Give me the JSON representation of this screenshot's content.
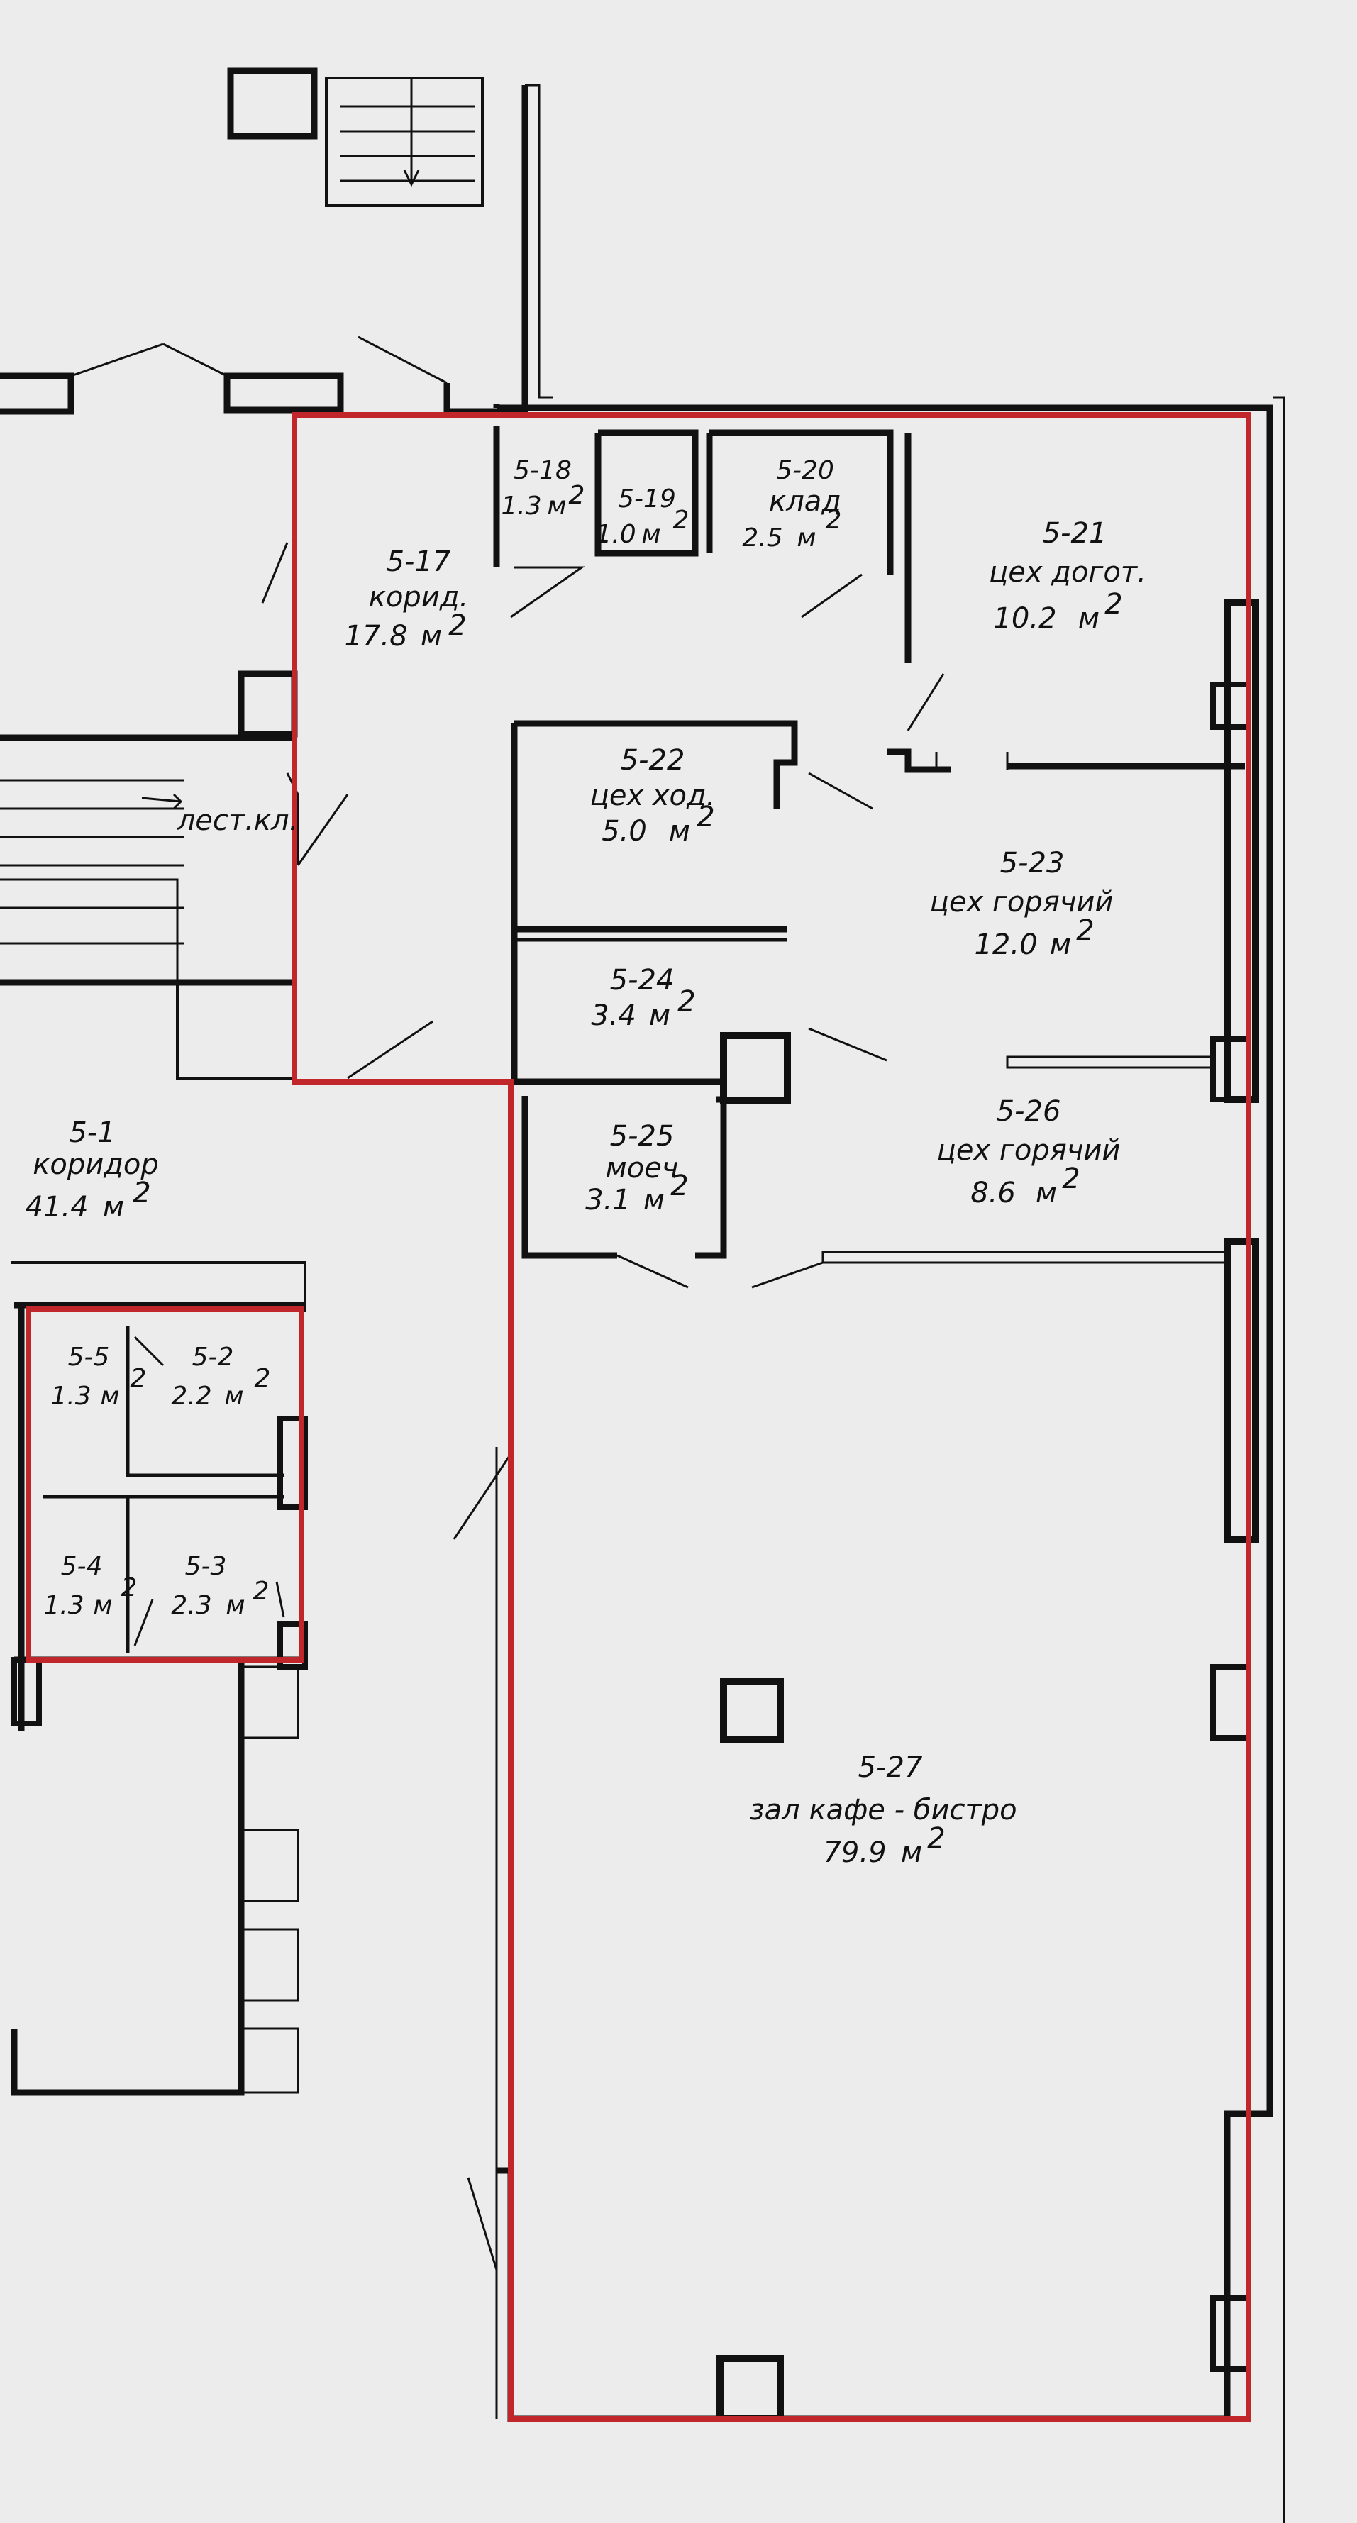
{
  "colors": {
    "background": "#ececec",
    "walls": "#111111",
    "highlight": "#c0262a"
  },
  "stair_label": "лест.кл.",
  "rooms": [
    {
      "id": "5-17",
      "name": "корид.",
      "area": "17.8",
      "unit": "м",
      "exp": "2"
    },
    {
      "id": "5-18",
      "name": "",
      "area": "1.3",
      "unit": "м",
      "exp": "2"
    },
    {
      "id": "5-19",
      "name": "",
      "area": "1.0",
      "unit": "м",
      "exp": "2"
    },
    {
      "id": "5-20",
      "name": "клад",
      "area": "2.5",
      "unit": "м",
      "exp": "2"
    },
    {
      "id": "5-21",
      "name": "цех  догот.",
      "area": "10.2",
      "unit": "м",
      "exp": "2"
    },
    {
      "id": "5-22",
      "name": "цех  ход.",
      "area": "5.0",
      "unit": "м",
      "exp": "2"
    },
    {
      "id": "5-23",
      "name": "цех горячий",
      "area": "12.0",
      "unit": "м",
      "exp": "2"
    },
    {
      "id": "5-24",
      "name": "",
      "area": "3.4",
      "unit": "м",
      "exp": "2"
    },
    {
      "id": "5-25",
      "name": "моеч",
      "area": "3.1",
      "unit": "м",
      "exp": "2"
    },
    {
      "id": "5-26",
      "name": "цех горячий",
      "area": "8.6",
      "unit": "м",
      "exp": "2"
    },
    {
      "id": "5-1",
      "name": "коридор",
      "area": "41.4",
      "unit": "м",
      "exp": "2"
    },
    {
      "id": "5-5",
      "name": "",
      "area": "1.3",
      "unit": "м",
      "exp": "2"
    },
    {
      "id": "5-2",
      "name": "",
      "area": "2.2",
      "unit": "м",
      "exp": "2"
    },
    {
      "id": "5-4",
      "name": "",
      "area": "1.3",
      "unit": "м",
      "exp": "2"
    },
    {
      "id": "5-3",
      "name": "",
      "area": "2.3",
      "unit": "м",
      "exp": "2"
    },
    {
      "id": "5-27",
      "name": "зал кафе - бистро",
      "area": "79.9",
      "unit": "м",
      "exp": "2"
    }
  ]
}
